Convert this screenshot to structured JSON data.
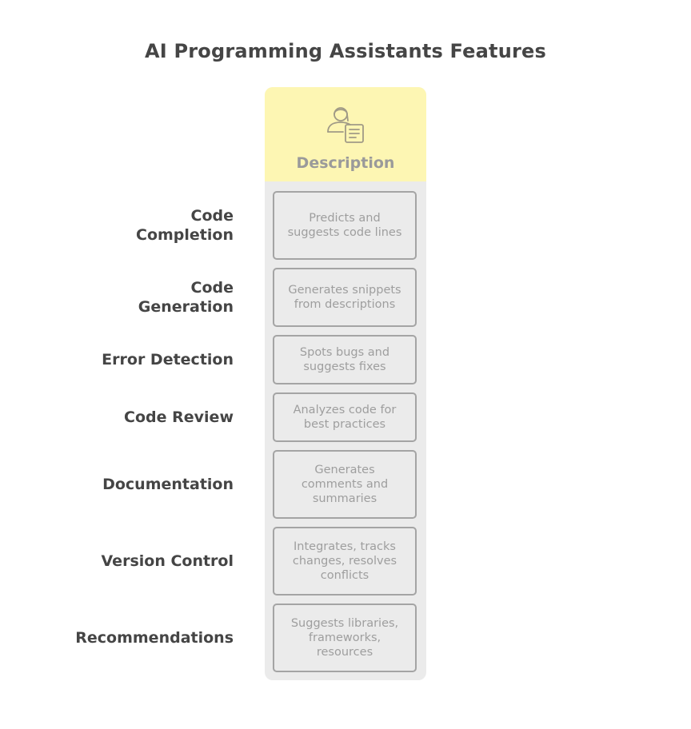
{
  "title": "AI Programming Assistants Features",
  "column": {
    "header": "Description",
    "icon": "person-document-icon"
  },
  "rows": [
    {
      "label_lines": [
        "Code",
        "Completion"
      ],
      "description": "Predicts and suggests code lines"
    },
    {
      "label_lines": [
        "Code",
        "Generation"
      ],
      "description": "Generates snippets from descriptions"
    },
    {
      "label_lines": [
        "Error Detection"
      ],
      "description": "Spots bugs and suggests fixes"
    },
    {
      "label_lines": [
        "Code Review"
      ],
      "description": "Analyzes code for best practices"
    },
    {
      "label_lines": [
        "Documentation"
      ],
      "description": "Generates comments and summaries"
    },
    {
      "label_lines": [
        "Version Control"
      ],
      "description": "Integrates, tracks changes, resolves conflicts"
    },
    {
      "label_lines": [
        "Recommendations"
      ],
      "description": "Suggests libraries, frameworks, resources"
    }
  ],
  "colors": {
    "header_bg": "#fdf6b3",
    "column_bg": "#ebebeb",
    "cell_border": "#a4a4a4",
    "label_text": "#454545",
    "cell_text": "#9e9e9e"
  }
}
